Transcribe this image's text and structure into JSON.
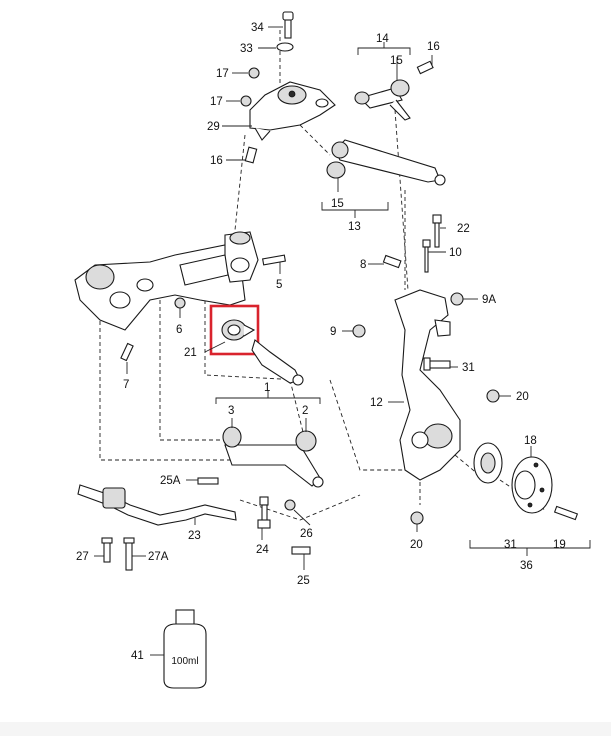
{
  "labels": {
    "34": "34",
    "33": "33",
    "17a": "17",
    "17b": "17",
    "29": "29",
    "16a": "16",
    "14": "14",
    "16b": "16",
    "15a": "15",
    "15b": "15",
    "13": "13",
    "22": "22",
    "10": "10",
    "8": "8",
    "9A": "9A",
    "5": "5",
    "6": "6",
    "21": "21",
    "9": "9",
    "7": "7",
    "31a": "31",
    "1": "1",
    "20a": "20",
    "12": "12",
    "3": "3",
    "2": "2",
    "18": "18",
    "25A": "25A",
    "26": "26",
    "23": "23",
    "24": "24",
    "20b": "20",
    "31b": "31",
    "19": "19",
    "36": "36",
    "27": "27",
    "27A": "27A",
    "25": "25",
    "41": "41",
    "bottle": "100ml"
  },
  "highlight_color": "#d9232d"
}
